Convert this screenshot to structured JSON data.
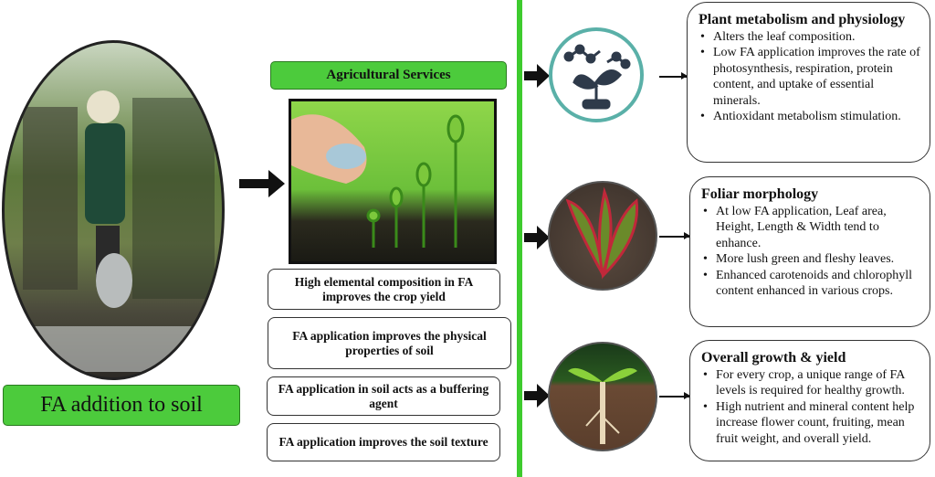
{
  "left": {
    "label": "FA addition to soil"
  },
  "center": {
    "header": "Agricultural Services",
    "boxes": [
      "High elemental composition in FA improves the crop yield",
      "FA application improves the physical properties of soil",
      "FA application in soil acts as a buffering agent",
      "FA application improves the soil texture"
    ]
  },
  "right": [
    {
      "title": "Plant metabolism and physiology",
      "bullets": [
        "Alters the leaf composition.",
        "Low FA application improves the rate of photosynthesis, respiration, protein content, and uptake of essential minerals.",
        "Antioxidant metabolism stimulation."
      ]
    },
    {
      "title": "Foliar morphology",
      "bullets": [
        "At low FA application, Leaf area, Height, Length & Width tend to enhance.",
        "More lush green and fleshy leaves.",
        "Enhanced carotenoids and chlorophyll content enhanced in various crops."
      ]
    },
    {
      "title": "Overall growth & yield",
      "bullets": [
        "For every crop, a unique range of FA levels is required for healthy growth.",
        "High nutrient and mineral content help increase flower count, fruiting, mean fruit weight, and overall yield."
      ]
    }
  ],
  "colors": {
    "accent_green": "#4ccb3c",
    "divider_green": "#3ecb2e"
  }
}
